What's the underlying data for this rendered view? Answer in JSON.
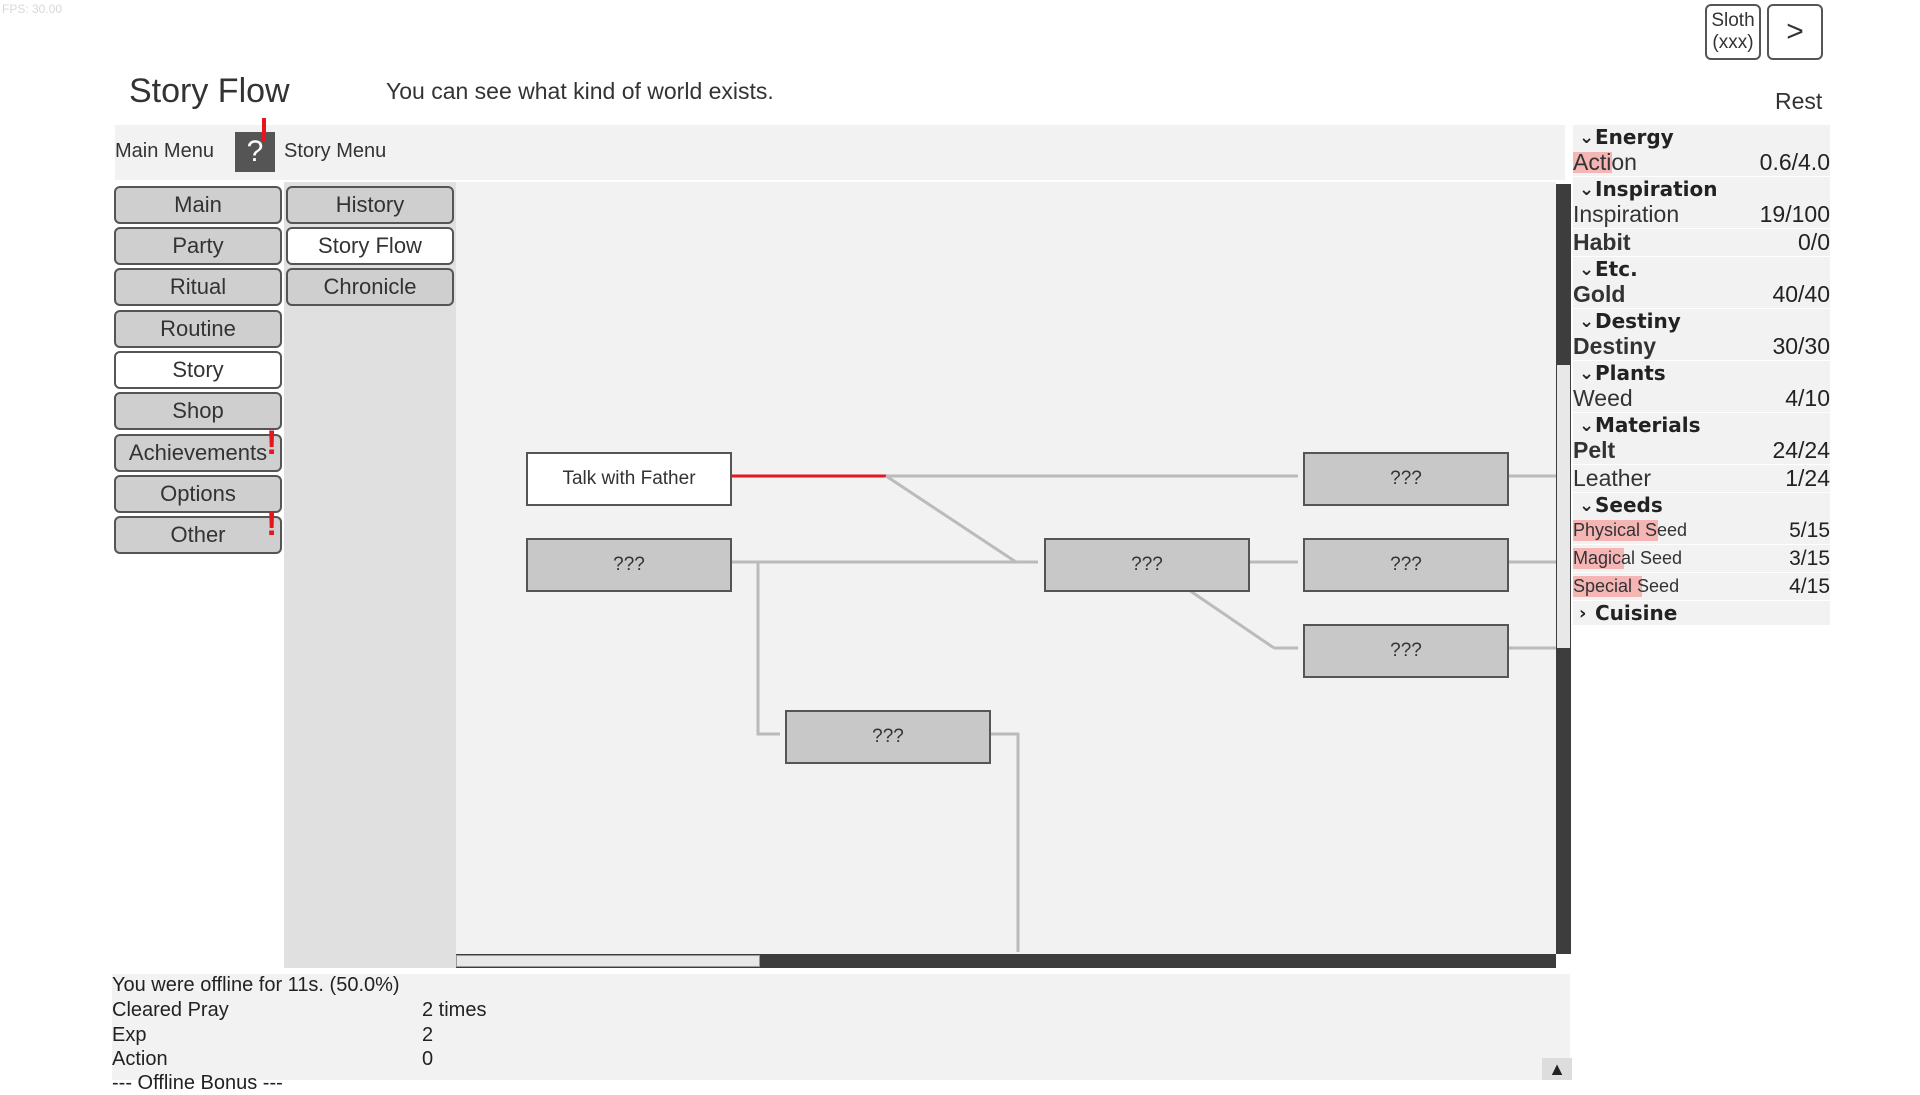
{
  "fps": "FPS: 30.00",
  "top_buttons": {
    "sloth_line1": "Sloth",
    "sloth_line2": "(xxx)",
    "next": ">"
  },
  "header": {
    "title": "Story Flow",
    "description": "You can see what kind of world exists.",
    "rest_label": "Rest"
  },
  "menus": {
    "main_label": "Main Menu",
    "help": "?",
    "story_label": "Story Menu",
    "main_items": [
      {
        "label": "Main"
      },
      {
        "label": "Party"
      },
      {
        "label": "Ritual"
      },
      {
        "label": "Routine"
      },
      {
        "label": "Story"
      },
      {
        "label": "Shop"
      },
      {
        "label": "Achievements"
      },
      {
        "label": "Options"
      },
      {
        "label": "Other"
      }
    ],
    "story_items": [
      {
        "label": "History"
      },
      {
        "label": "Story Flow"
      },
      {
        "label": "Chronicle"
      }
    ],
    "alert_mark": "!"
  },
  "flow": {
    "nodes": [
      {
        "id": "talk-with-father",
        "label": "Talk with Father",
        "known": true
      },
      {
        "id": "n2",
        "label": "???",
        "known": false
      },
      {
        "id": "n3",
        "label": "???",
        "known": false
      },
      {
        "id": "n4",
        "label": "???",
        "known": false
      },
      {
        "id": "n5",
        "label": "???",
        "known": false
      },
      {
        "id": "n6",
        "label": "???",
        "known": false
      },
      {
        "id": "n7",
        "label": "???",
        "known": false
      }
    ],
    "progress_color": "#e8141e",
    "line_color": "#bbbbbb"
  },
  "resources": {
    "energy": {
      "title": "Energy",
      "action": {
        "name": "Action",
        "value": "0.6/4.0",
        "fill": 0.15
      }
    },
    "inspiration": {
      "title": "Inspiration",
      "inspiration": {
        "name": "Inspiration",
        "value": "19/100"
      },
      "habit": {
        "name": "Habit",
        "value": "0/0"
      }
    },
    "etc": {
      "title": "Etc.",
      "gold": {
        "name": "Gold",
        "value": "40/40"
      }
    },
    "destiny": {
      "title": "Destiny",
      "destiny": {
        "name": "Destiny",
        "value": "30/30"
      }
    },
    "plants": {
      "title": "Plants",
      "weed": {
        "name": "Weed",
        "value": "4/10"
      }
    },
    "materials": {
      "title": "Materials",
      "pelt": {
        "name": "Pelt",
        "value": "24/24"
      },
      "leather": {
        "name": "Leather",
        "value": "1/24"
      }
    },
    "seeds": {
      "title": "Seeds",
      "physical": {
        "name": "Physical Seed",
        "value": "5/15",
        "fill": 0.33
      },
      "magical": {
        "name": "Magical Seed",
        "value": "3/15",
        "fill": 0.2
      },
      "special": {
        "name": "Special Seed",
        "value": "4/15",
        "fill": 0.27
      }
    },
    "cuisine": {
      "title": "Cuisine"
    },
    "chevron_open": "⌄",
    "chevron_closed": "›"
  },
  "log": {
    "line1": "You were offline for 11s. (50.0%)",
    "rows": [
      {
        "label": "Cleared Pray",
        "value": "2 times"
      },
      {
        "label": "Exp",
        "value": "2"
      },
      {
        "label": "Action",
        "value": "0"
      }
    ],
    "footer": "--- Offline Bonus ---",
    "scroll_up": "▲"
  }
}
